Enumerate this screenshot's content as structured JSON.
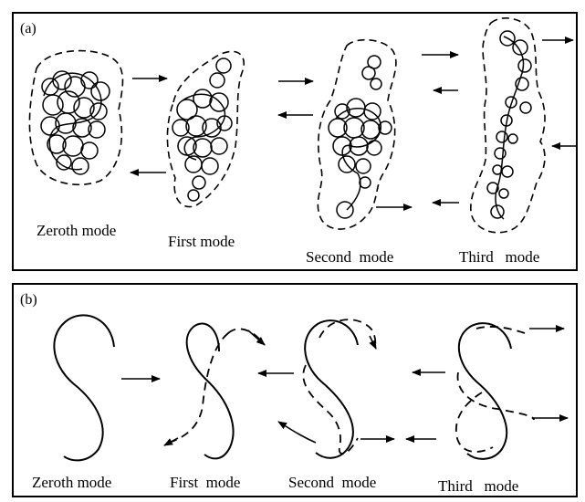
{
  "panel_a": {
    "label": "(a)",
    "modes": [
      {
        "label": "Zeroth mode"
      },
      {
        "label": "First  mode"
      },
      {
        "label": "Second  mode"
      },
      {
        "label": "Third   mode"
      }
    ]
  },
  "panel_b": {
    "label": "(b)",
    "modes": [
      {
        "label": "Zeroth mode"
      },
      {
        "label": "First  mode"
      },
      {
        "label": "Second  mode"
      },
      {
        "label": "Third   mode"
      }
    ]
  }
}
